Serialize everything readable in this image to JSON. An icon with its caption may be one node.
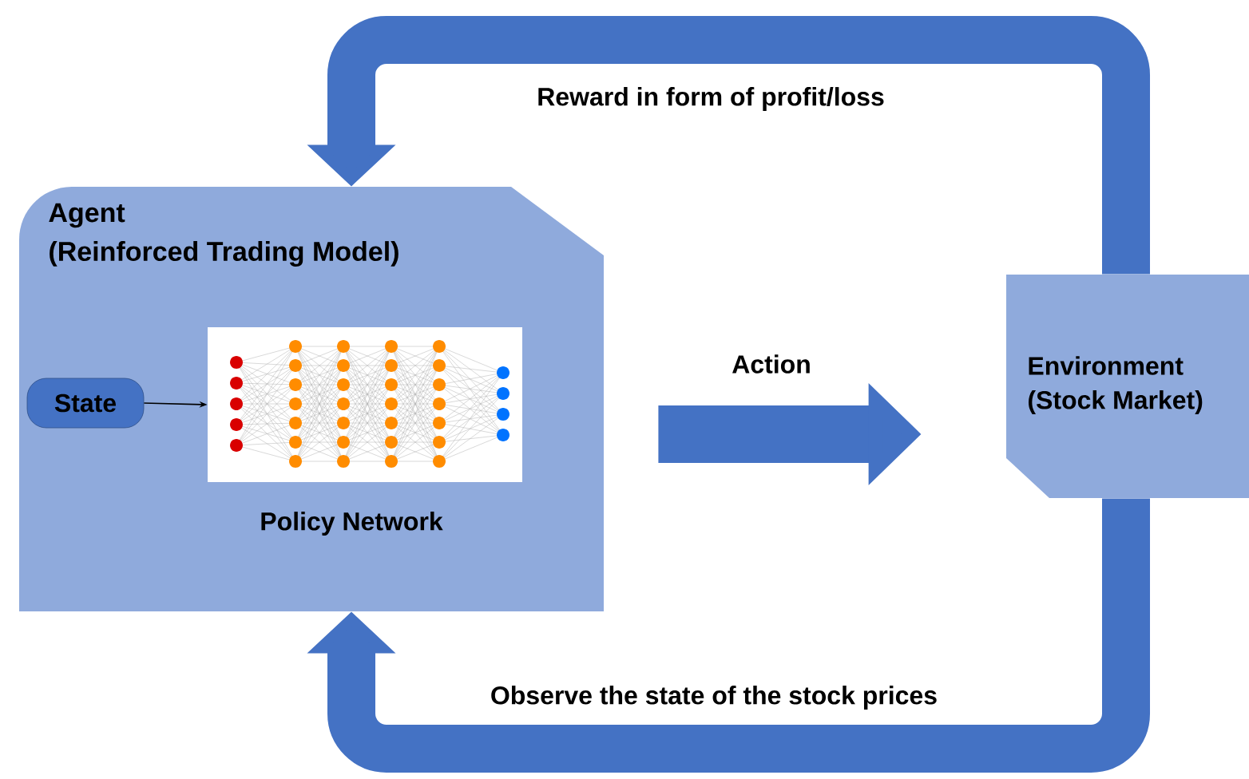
{
  "diagram": {
    "nodes": [
      {
        "text": [
          "Agent",
          "(Reinforced Trading Model)"
        ]
      },
      {
        "text": [
          "State"
        ],
        "in": 0
      },
      {
        "text": [],
        "shape": "picture",
        "in": 0,
        "beside": [
          "Policy Network"
        ]
      },
      {
        "text": [
          "Environment",
          "(Stock Market)"
        ]
      }
    ],
    "edges": [
      {
        "from": 1,
        "to": 2,
        "arrow": "to",
        "color": "#000000"
      },
      {
        "from": 0,
        "to": 3,
        "arrow": "to",
        "label": "Action"
      },
      {
        "from": 3,
        "to": 0,
        "arrow": "to",
        "label": "Reward in form of profit/loss"
      },
      {
        "from": 3,
        "to": 0,
        "arrow": "to",
        "label": "Observe the state of the stock prices"
      }
    ]
  }
}
